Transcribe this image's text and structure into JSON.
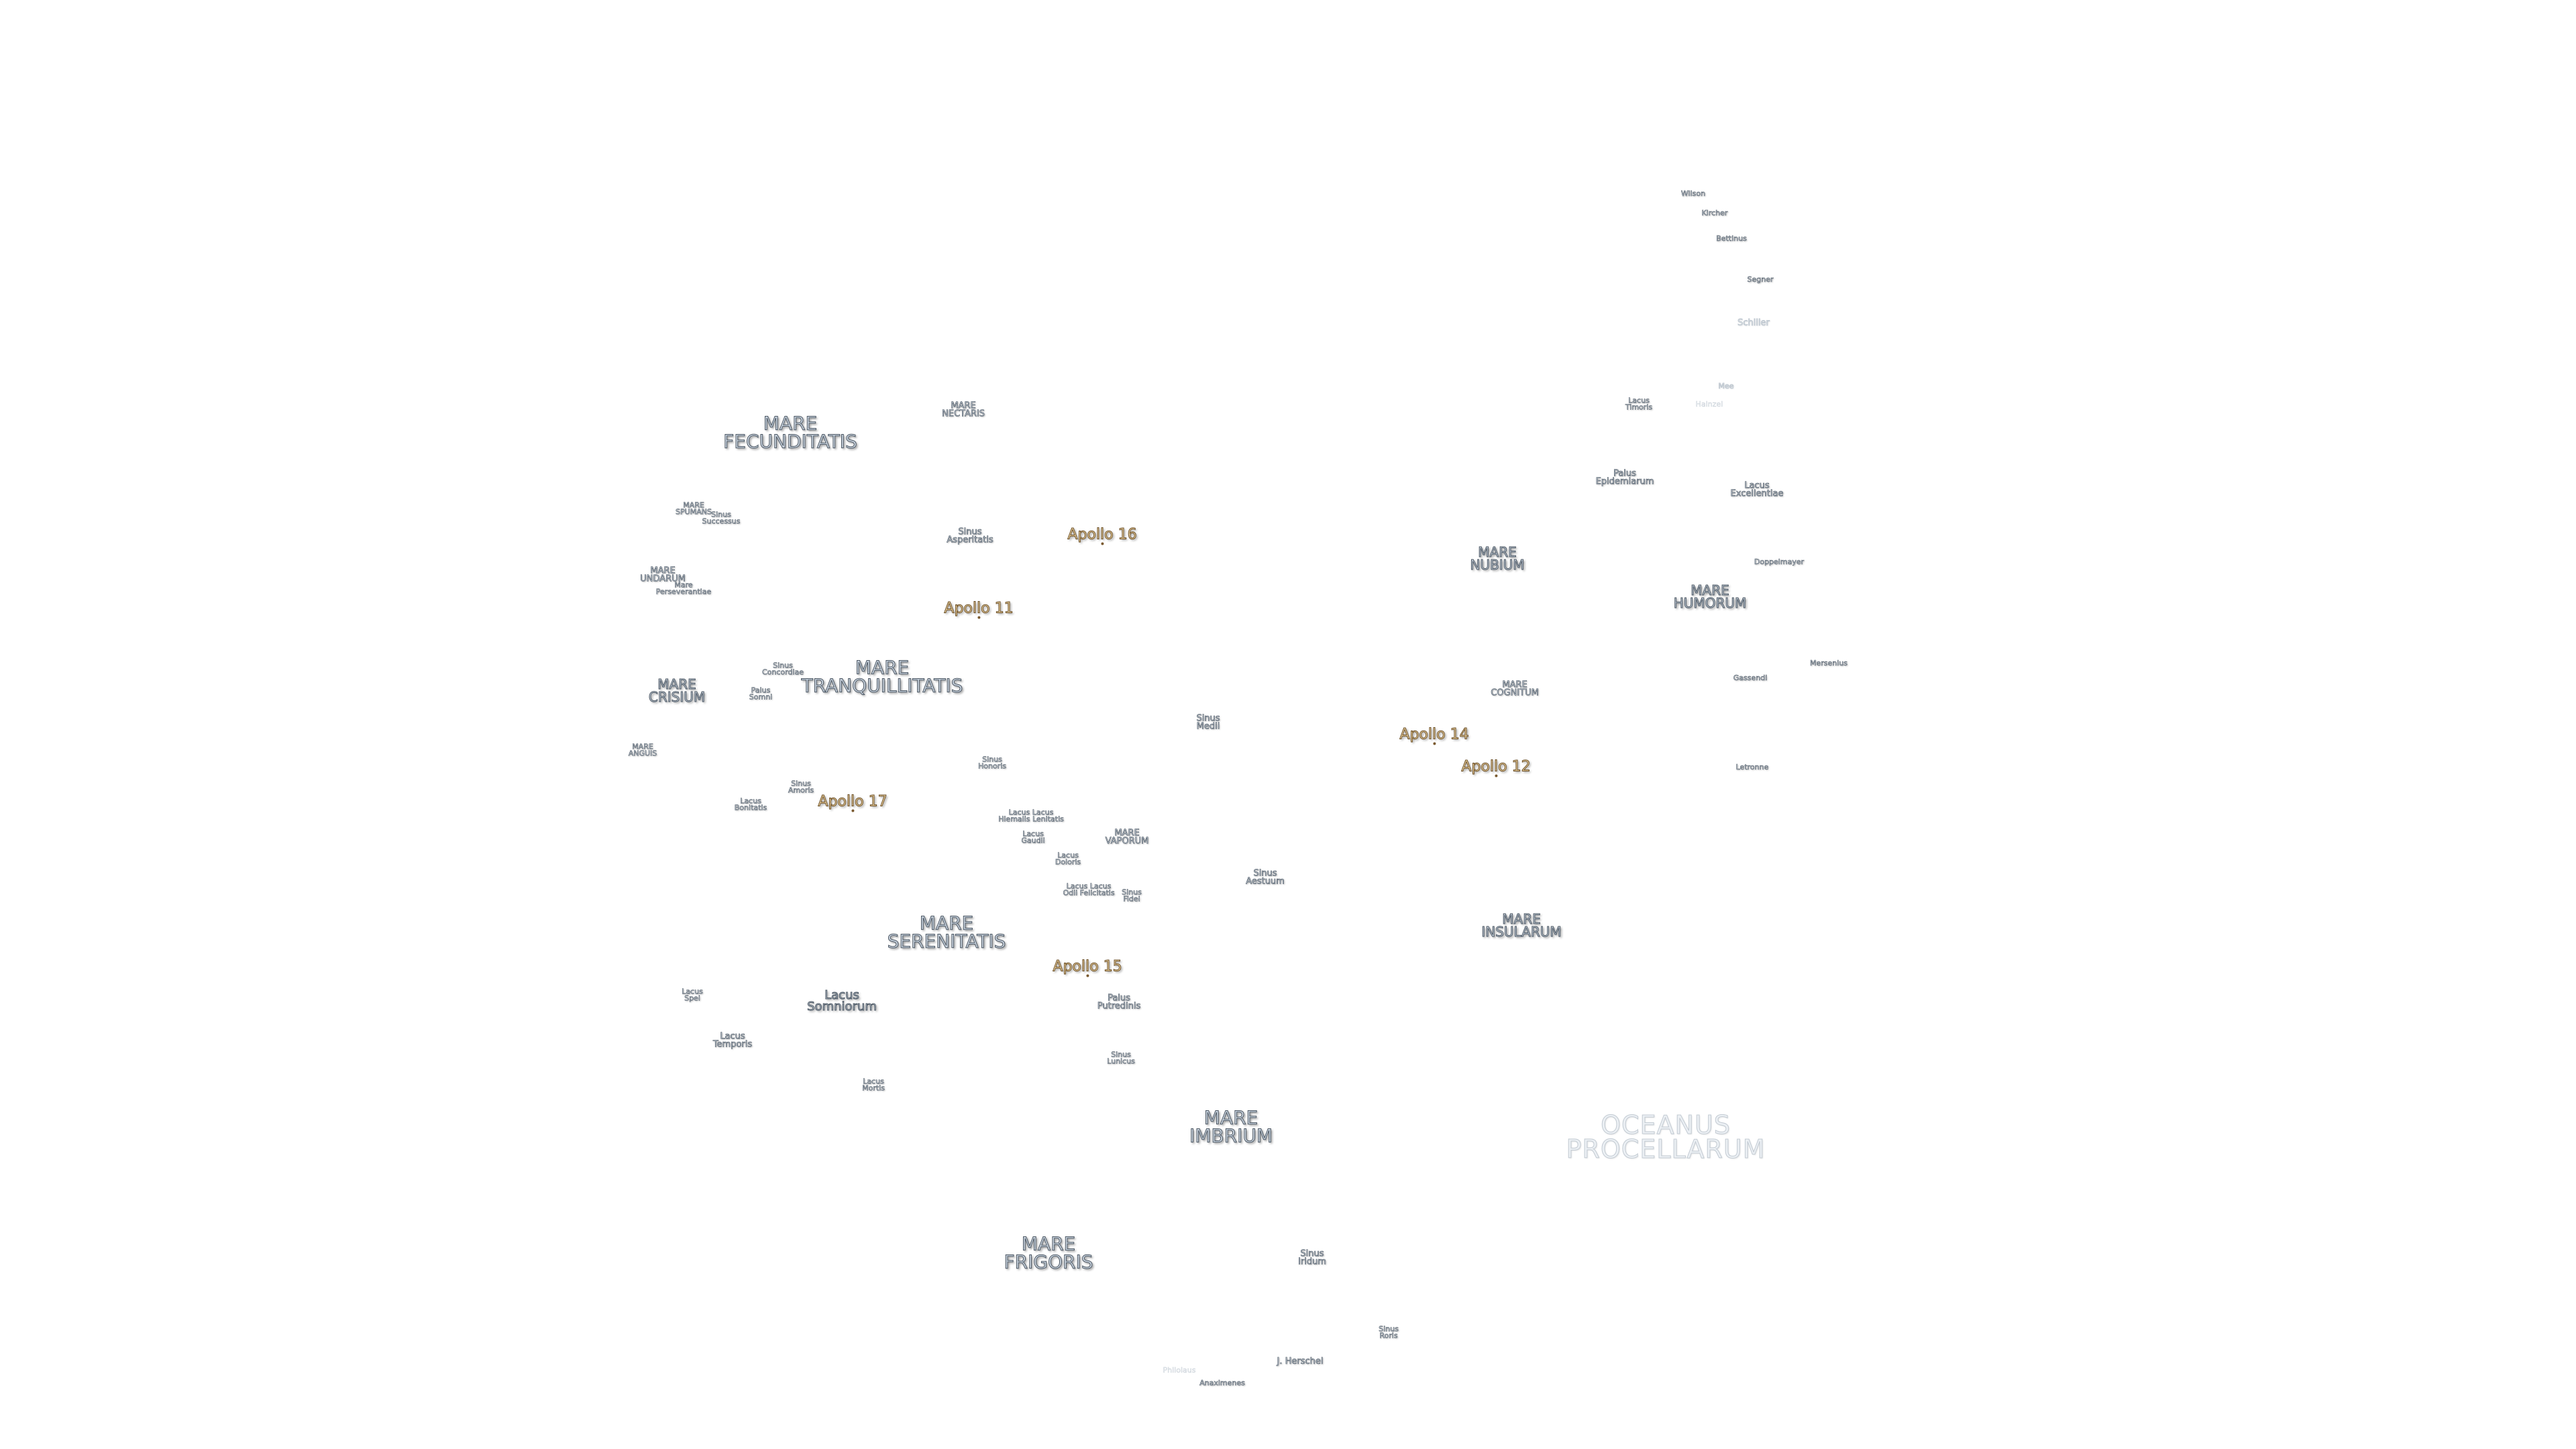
{
  "map": {
    "labels": {
      "mare_frigoris": "MARE\nFRIGORIS",
      "mare_imbrium": "MARE\nIMBRIUM",
      "oceanus_procellarum": "OCEANUS\nPROCELLARUM",
      "mare_serenitatis": "MARE\nSERENITATIS",
      "mare_tranquillitatis": "MARE\nTRANQUILLITATIS",
      "mare_crisium": "MARE\nCRISIUM",
      "mare_fecunditatis": "MARE\nFECUNDITATIS",
      "mare_nectaris": "MARE\nNECTARIS",
      "mare_nubium": "MARE\nNUBIUM",
      "mare_humorum": "MARE\nHUMORUM",
      "mare_cognitum": "MARE\nCOGNITUM",
      "mare_insularum": "MARE\nINSULARUM",
      "mare_vaporum": "MARE\nVAPORUM",
      "mare_spumans": "MARE\nSPUMANS",
      "mare_undarum": "MARE\nUNDARUM",
      "mare_anguis": "MARE\nANGUIS",
      "lacus_somniorum": "Lacus\nSomniorum",
      "lacus_temporis": "Lacus\nTemporis",
      "lacus_spei": "Lacus\nSpei",
      "lacus_mortis": "Lacus\nMortis",
      "lacus_bonitatis": "Lacus\nBonitatis",
      "lacus_timoris": "Lacus\nTimoris",
      "lacus_excellentiae": "Lacus\nExcellentiae",
      "lacus_doloris": "Lacus\nDoloris",
      "lacus_gaudii": "Lacus\nGaudii",
      "lacus_hiemalis": "Lacus Lacus\nHiemalis Lenitatis",
      "lacus_odii": "Lacus Lacus\nOdii Felicitatis",
      "sinus_iridum": "Sinus\nIridum",
      "sinus_roris": "Sinus\nRoris",
      "sinus_aestuum": "Sinus\nAestuum",
      "sinus_medii": "Sinus\nMedii",
      "sinus_honoris": "Sinus\nHonoris",
      "sinus_amoris": "Sinus\nAmoris",
      "sinus_concordiae": "Sinus\nConcordiae",
      "sinus_asperitatis": "Sinus\nAsperitatis",
      "sinus_successus": "Sinus\nSuccessus",
      "sinus_fidei": "Sinus\nFidei",
      "sinus_lunicus": "Sinus\nLunicus",
      "palus_putredinis": "Palus\nPutredinis",
      "palus_epidemiarum": "Palus\nEpidemiarum",
      "palus_somni": "Palus\nSomni",
      "mare_marginis": "Mare\nPerseverantiae",
      "apollo_11": "Apollo 11",
      "apollo_12": "Apollo 12",
      "apollo_14": "Apollo 14",
      "apollo_15": "Apollo 15",
      "apollo_16": "Apollo 16",
      "apollo_17": "Apollo 17",
      "j_herschel": "J. Herschel",
      "anaximenes": "Anaximenes",
      "philolaus": "Philolaus",
      "schiller": "Schiller",
      "wilson": "Wilson",
      "kircher": "Kircher",
      "bettinus": "Bettinus",
      "segner": "Segner",
      "mee": "Mee",
      "hainzel": "Hainzel",
      "doppelmayer": "Doppelmayer",
      "mersenius": "Mersenius",
      "gassendi": "Gassendi",
      "letronne": "Letronne"
    }
  }
}
